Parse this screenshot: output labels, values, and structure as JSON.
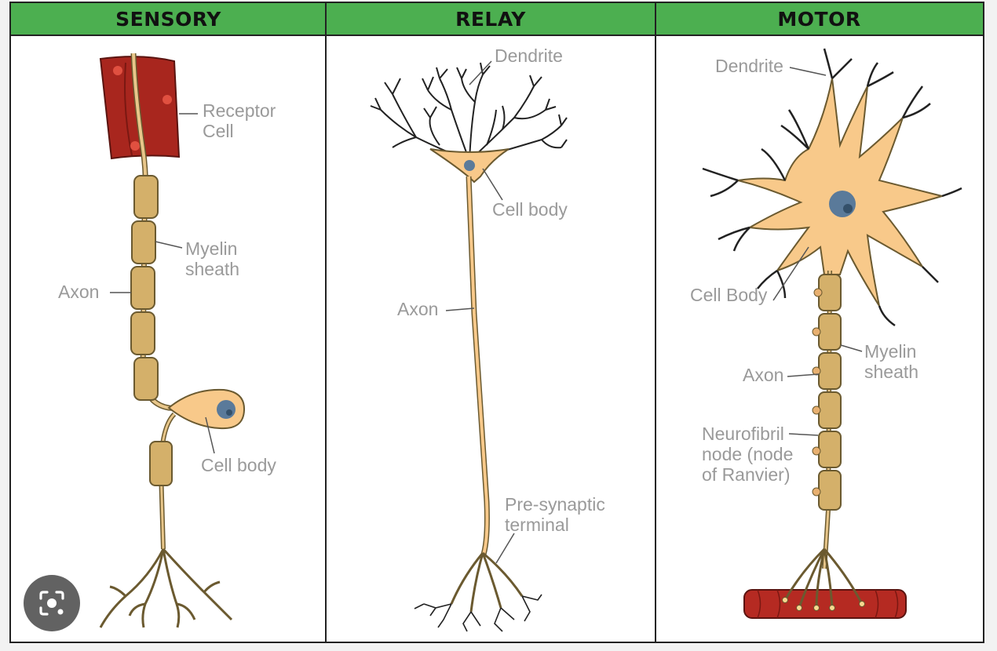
{
  "panels": [
    {
      "title": "SENSORY"
    },
    {
      "title": "RELAY"
    },
    {
      "title": "MOTOR"
    }
  ],
  "sensory": {
    "receptor": "Receptor\nCell",
    "myelin": "Myelin\nsheath",
    "axon": "Axon",
    "cell_body": "Cell body"
  },
  "relay": {
    "dendrite": "Dendrite",
    "cell_body": "Cell body",
    "axon": "Axon",
    "terminal": "Pre-synaptic\nterminal"
  },
  "motor": {
    "dendrite": "Dendrite",
    "cell_body": "Cell Body",
    "myelin": "Myelin\nsheath",
    "axon": "Axon",
    "node": "Neurofibril\nnode (node\nof Ranvier)"
  },
  "colors": {
    "header": "#4caf50",
    "neuron_fill": "#f8c98a",
    "myelin_fill": "#d4b06a",
    "muscle": "#b52a22",
    "nucleus": "#5a7a9a",
    "label": "#9a9a9a"
  },
  "lens_icon": "image-search-icon"
}
